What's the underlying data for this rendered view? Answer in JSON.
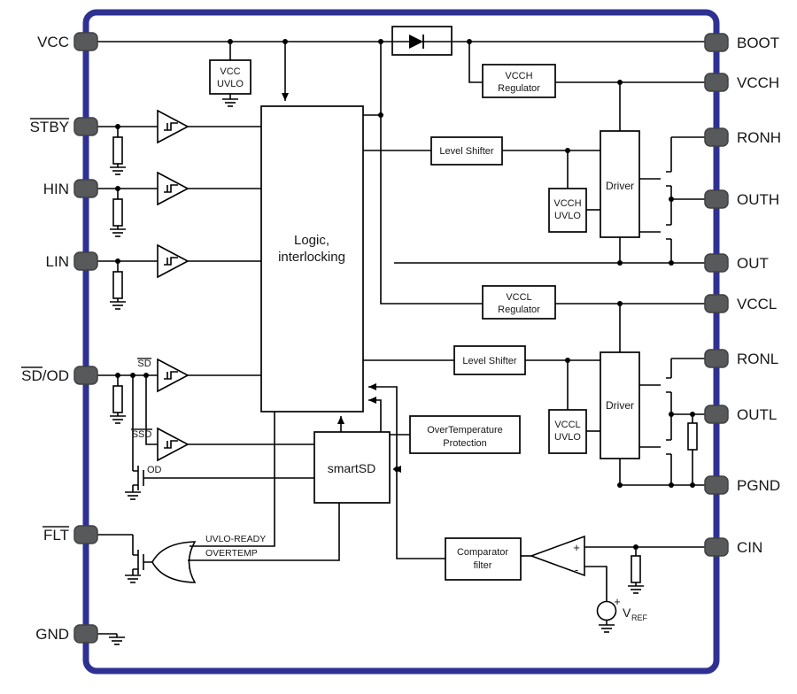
{
  "colors": {
    "border": "#2e3192",
    "pin_fill": "#58595b",
    "pin_stroke": "#414042",
    "wire": "#000000",
    "block_fill": "#ffffff"
  },
  "pins_left": [
    {
      "label": "VCC"
    },
    {
      "label": "STBY",
      "overline": true
    },
    {
      "label": "HIN"
    },
    {
      "label": "LIN"
    },
    {
      "label": "SD/OD",
      "overline_over": "SD"
    },
    {
      "label": "FLT",
      "overline": true
    },
    {
      "label": "GND"
    }
  ],
  "pins_right": [
    {
      "label": "BOOT"
    },
    {
      "label": "VCCH"
    },
    {
      "label": "RONH"
    },
    {
      "label": "OUTH"
    },
    {
      "label": "OUT"
    },
    {
      "label": "VCCL"
    },
    {
      "label": "RONL"
    },
    {
      "label": "OUTL"
    },
    {
      "label": "PGND"
    },
    {
      "label": "CIN"
    }
  ],
  "blocks": {
    "vcc_uvlo": {
      "line1": "VCC",
      "line2": "UVLO"
    },
    "logic": {
      "line1": "Logic,",
      "line2": "interlocking"
    },
    "vcch_regulator": {
      "line1": "VCCH",
      "line2": "Regulator"
    },
    "level_shifter_high": {
      "label": "Level Shifter"
    },
    "vcch_uvlo": {
      "line1": "VCCH",
      "line2": "UVLO"
    },
    "driver_high": {
      "label": "Driver"
    },
    "vccl_regulator": {
      "line1": "VCCL",
      "line2": "Regulator"
    },
    "level_shifter_low": {
      "label": "Level Shifter"
    },
    "vccl_uvlo": {
      "line1": "VCCL",
      "line2": "UVLO"
    },
    "driver_low": {
      "label": "Driver"
    },
    "overtemp_protection": {
      "line1": "OverTemperature",
      "line2": "Protection"
    },
    "smartsd": {
      "label": "smartSD"
    },
    "comparator_filter": {
      "line1": "Comparator",
      "line2": "filter"
    }
  },
  "labels": {
    "sd": "SD",
    "ssd": "SSD",
    "od": "OD",
    "uvlo_ready": "UVLO-READY",
    "overtemp": "OVERTEMP",
    "comparator_plus": "+",
    "comparator_minus": "-",
    "vref_plus": "+",
    "vref_v": "V",
    "vref_sub": "REF"
  }
}
